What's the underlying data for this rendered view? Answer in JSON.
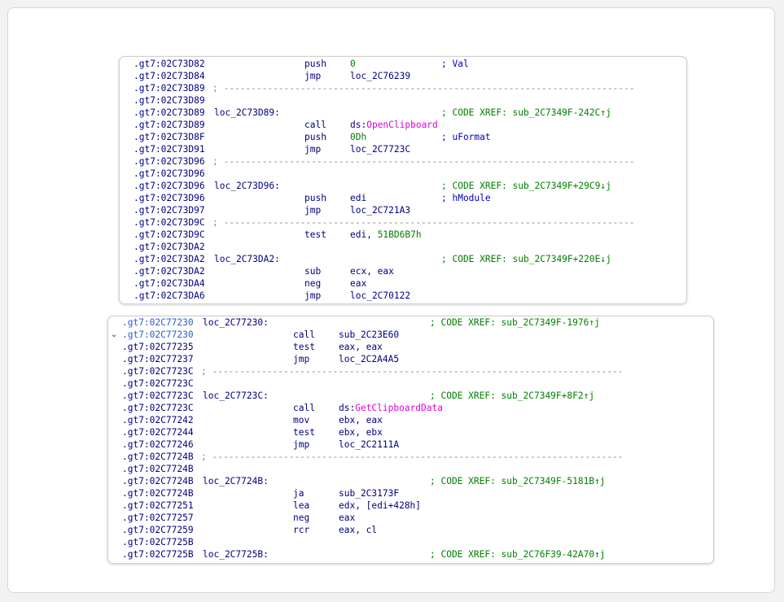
{
  "panels": [
    {
      "lines": [
        {
          "addr": ".gt7:02C73D82",
          "mn": "push",
          "op": [
            {
              "t": "0",
              "k": "num"
            }
          ],
          "cm": "; Val",
          "cmk": "arg"
        },
        {
          "addr": ".gt7:02C73D84",
          "mn": "jmp",
          "op": [
            {
              "t": "loc_2C76239"
            }
          ]
        },
        {
          "addr": ".gt7:02C73D89",
          "sep": "; ---------------------------------------------------------------------------"
        },
        {
          "addr": ".gt7:02C73D89"
        },
        {
          "addr": ".gt7:02C73D89",
          "lbl": "loc_2C73D89:",
          "cm": "; CODE XREF: sub_2C7349F-242C↑j"
        },
        {
          "addr": ".gt7:02C73D89",
          "mn": "call",
          "op": [
            {
              "t": "ds:"
            },
            {
              "t": "OpenClipboard",
              "k": "imp"
            }
          ]
        },
        {
          "addr": ".gt7:02C73D8F",
          "mn": "push",
          "op": [
            {
              "t": "0Dh",
              "k": "num"
            }
          ],
          "cm": "; uFormat",
          "cmk": "arg"
        },
        {
          "addr": ".gt7:02C73D91",
          "mn": "jmp",
          "op": [
            {
              "t": "loc_2C7723C"
            }
          ]
        },
        {
          "addr": ".gt7:02C73D96",
          "sep": "; ---------------------------------------------------------------------------"
        },
        {
          "addr": ".gt7:02C73D96"
        },
        {
          "addr": ".gt7:02C73D96",
          "lbl": "loc_2C73D96:",
          "cm": "; CODE XREF: sub_2C7349F+29C9↓j"
        },
        {
          "addr": ".gt7:02C73D96",
          "mn": "push",
          "op": [
            {
              "t": "edi"
            }
          ],
          "cm": "; hModule",
          "cmk": "arg"
        },
        {
          "addr": ".gt7:02C73D97",
          "mn": "jmp",
          "op": [
            {
              "t": "loc_2C721A3"
            }
          ]
        },
        {
          "addr": ".gt7:02C73D9C",
          "sep": "; ---------------------------------------------------------------------------"
        },
        {
          "addr": ".gt7:02C73D9C",
          "mn": "test",
          "op": [
            {
              "t": "edi, "
            },
            {
              "t": "51BD6B7h",
              "k": "num"
            }
          ]
        },
        {
          "addr": ".gt7:02C73DA2"
        },
        {
          "addr": ".gt7:02C73DA2",
          "lbl": "loc_2C73DA2:",
          "cm": "; CODE XREF: sub_2C7349F+220E↓j"
        },
        {
          "addr": ".gt7:02C73DA2",
          "mn": "sub",
          "op": [
            {
              "t": "ecx, eax"
            }
          ]
        },
        {
          "addr": ".gt7:02C73DA4",
          "mn": "neg",
          "op": [
            {
              "t": "eax"
            }
          ]
        },
        {
          "addr": ".gt7:02C73DA6",
          "mn": "jmp",
          "op": [
            {
              "t": "loc_2C70122"
            }
          ]
        }
      ]
    },
    {
      "lines": [
        {
          "addr": ".gt7:02C77230",
          "sel": true,
          "lbl": "loc_2C77230:",
          "cm": "; CODE XREF: sub_2C7349F-1976↑j"
        },
        {
          "addr": ".gt7:02C77230",
          "sel": true,
          "chev": true,
          "mn": "call",
          "op": [
            {
              "t": "sub_2C23E60"
            }
          ]
        },
        {
          "addr": ".gt7:02C77235",
          "mn": "test",
          "op": [
            {
              "t": "eax, eax"
            }
          ]
        },
        {
          "addr": ".gt7:02C77237",
          "mn": "jmp",
          "op": [
            {
              "t": "loc_2C2A4A5"
            }
          ]
        },
        {
          "addr": ".gt7:02C7723C",
          "sep": "; ---------------------------------------------------------------------------"
        },
        {
          "addr": ".gt7:02C7723C"
        },
        {
          "addr": ".gt7:02C7723C",
          "lbl": "loc_2C7723C:",
          "cm": "; CODE XREF: sub_2C7349F+8F2↑j"
        },
        {
          "addr": ".gt7:02C7723C",
          "mn": "call",
          "op": [
            {
              "t": "ds:"
            },
            {
              "t": "GetClipboardData",
              "k": "imp"
            }
          ]
        },
        {
          "addr": ".gt7:02C77242",
          "mn": "mov",
          "op": [
            {
              "t": "ebx, eax"
            }
          ]
        },
        {
          "addr": ".gt7:02C77244",
          "mn": "test",
          "op": [
            {
              "t": "ebx, ebx"
            }
          ]
        },
        {
          "addr": ".gt7:02C77246",
          "mn": "jmp",
          "op": [
            {
              "t": "loc_2C2111A"
            }
          ]
        },
        {
          "addr": ".gt7:02C7724B",
          "sep": "; ---------------------------------------------------------------------------"
        },
        {
          "addr": ".gt7:02C7724B"
        },
        {
          "addr": ".gt7:02C7724B",
          "lbl": "loc_2C7724B:",
          "cm": "; CODE XREF: sub_2C7349F-5181B↑j"
        },
        {
          "addr": ".gt7:02C7724B",
          "mn": "ja",
          "op": [
            {
              "t": "sub_2C3173F"
            }
          ]
        },
        {
          "addr": ".gt7:02C77251",
          "mn": "lea",
          "op": [
            {
              "t": "edx, [edi+428h]"
            }
          ]
        },
        {
          "addr": ".gt7:02C77257",
          "mn": "neg",
          "op": [
            {
              "t": "eax"
            }
          ]
        },
        {
          "addr": ".gt7:02C77259",
          "mn": "rcr",
          "op": [
            {
              "t": "eax, cl"
            }
          ]
        },
        {
          "addr": ".gt7:02C7725B"
        },
        {
          "addr": ".gt7:02C7725B",
          "lbl": "loc_2C7725B:",
          "cm": "; CODE XREF: sub_2C76F39-42A70↑j"
        }
      ]
    }
  ],
  "icons": {
    "collapse": "chevron-down-icon"
  },
  "colors": {
    "address": "#000080",
    "address_selected": "#2a5fc9",
    "mnemonic": "#000080",
    "number": "#008000",
    "comment_xref": "#008000",
    "comment_arg": "#0000c0",
    "import": "#e000e0",
    "separator": "#8c8c8c"
  }
}
